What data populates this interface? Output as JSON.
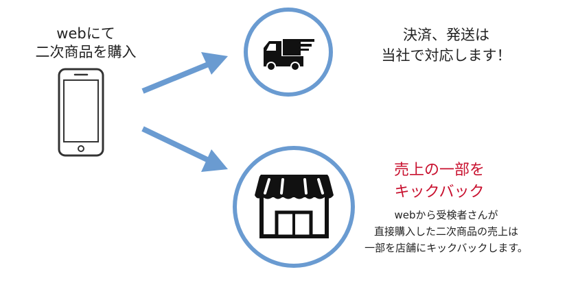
{
  "buyer": {
    "lines": [
      "webにて",
      "二次商品を購入"
    ]
  },
  "shipping": {
    "lines": [
      "決済、発送は",
      "当社で対応します！"
    ]
  },
  "kickback": {
    "title_lines": [
      "売上の一部を",
      "キックバック"
    ],
    "desc_lines": [
      "webから受検者さんが",
      "直接購入した二次商品の売上は",
      "一部を店舗にキックバックします。"
    ]
  },
  "colors": {
    "accent": "#6a9bd1",
    "highlight": "#c8102e"
  }
}
